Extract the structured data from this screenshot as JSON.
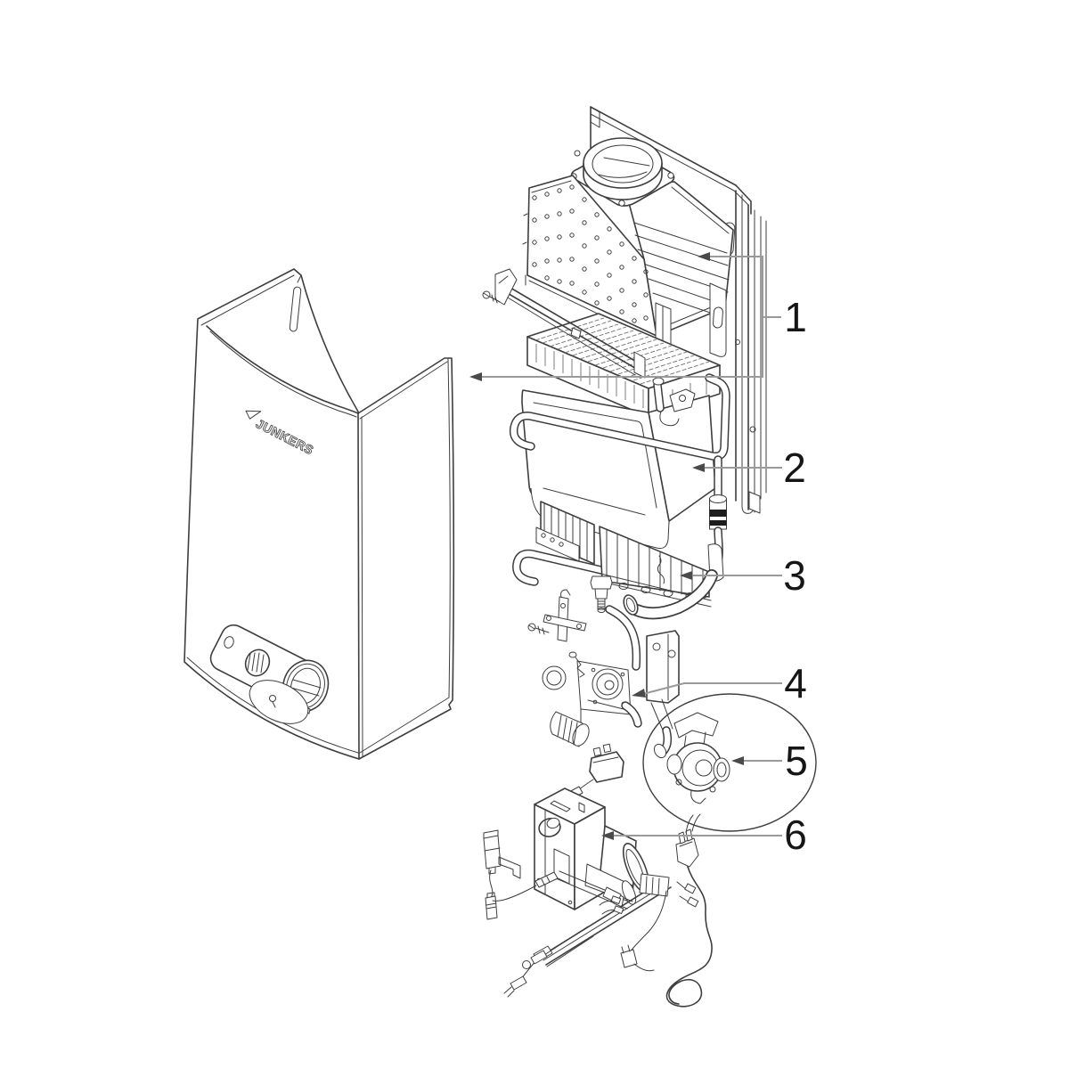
{
  "diagram": {
    "brand_logo": "JUNKERS",
    "callouts": [
      {
        "number": "1"
      },
      {
        "number": "2"
      },
      {
        "number": "3"
      },
      {
        "number": "4"
      },
      {
        "number": "5"
      },
      {
        "number": "6"
      }
    ],
    "colors": {
      "line": "#3e3e3e",
      "leader": "#9a9a9a",
      "label": "#161616",
      "detail": "#1d1d1d",
      "background": "#ffffff"
    }
  }
}
